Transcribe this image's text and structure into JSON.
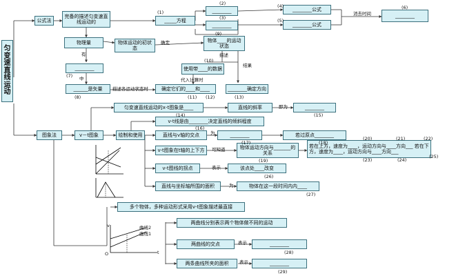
{
  "root": "匀变速直线运动",
  "b_formula": "公式法",
  "b_formula_def": "完备的描述匀变速直线运动的",
  "b_equation": "_____方程",
  "b_eq2_top": "________",
  "b_formula1": "________公式",
  "b_eq2_mid": "________",
  "b_formula2": "________公式",
  "b_time_result": "________",
  "label_eliminate_time": "消去时间",
  "b_physical": "物理量",
  "b_initial_state": "物体运动的初状态",
  "label_determine": "确定",
  "b_motion_state": "物体____的运动状态",
  "label_describe": "描述",
  "label_have": "有",
  "b_blank10": "________",
  "label_neutral": "中",
  "b_use_data": "使用带____的数据",
  "label_result": "结果",
  "b_vector": "______是矢量",
  "label_describe_states": "描述各运动状态时",
  "b_determine_and": "确定它们的____和____",
  "label_substitute": "代入计算时",
  "b_direction": "________确定方向",
  "b_graph": "图象法",
  "b_vt_image": "v－t图象",
  "b_xt_image": "匀变速直线运动的x-t图象是____",
  "b_slope": "直线的斜率",
  "label_is": "即为",
  "b_slope_result": "________",
  "b_decide_slope": "v-t线是由________决定直线的倾斜程度",
  "b_draw": "绘制和使用",
  "b_intersect_v": "直线与v轴的交点",
  "label_is2": "为",
  "b_intersect_v_res": "________",
  "b_origin": "若过原点________",
  "b_upper_lower": "v-t图象在t轴的上下方",
  "label_indicate": "可知道",
  "b_direction_rel": "物体运动方向与_______的关系",
  "b_above_below": "若在上方，速度为____，运动方向与____方向___ 若在下方，速度为____，运动方向与____方向___",
  "b_turn_point": "v-t图线的拐点",
  "label_show": "表示",
  "b_turn_res": "该点处____改变",
  "b_area": "直线与坐标轴所围的面积",
  "label_is3": "为",
  "b_area_res": "物体在这一段时间内内____",
  "b_multi": "多个物体，多种运动形式采用v-t图象描述最直接",
  "b_two_lines": "两曲线分别表示两个物体做不同的运动",
  "b_two_cross": "两曲线的交点",
  "label_show2": "表示",
  "b_two_cross_res": "________",
  "b_two_area": "两条曲线所夹的面积",
  "label_show3": "表示",
  "b_two_area_res": "________",
  "curve2": "曲线2",
  "curve1": "曲线1",
  "axis_v": "v",
  "axis_t": "t",
  "axis_o": "O",
  "n1": "(1)",
  "n2": "(2)",
  "n3": "(3)",
  "n4": "(4)",
  "n5": "(5)",
  "n6": "(6)",
  "n7": "(7)",
  "n8": "(8)",
  "n9": "(9)",
  "n10": "(10)",
  "n11": "(11)",
  "n12": "(12)",
  "n13": "(13)",
  "n14": "(14)",
  "n15": "(15)",
  "n16": "(16)",
  "n17": "(17)",
  "n18": "(18)",
  "n19": "(19)",
  "n20": "(20)",
  "n21": "(21)",
  "n22": "(22)",
  "n23": "(23)",
  "n24": "(24)",
  "n25": "(25)",
  "n26": "(26)",
  "n27": "(27)",
  "n28": "(28)",
  "n29": "(29)"
}
